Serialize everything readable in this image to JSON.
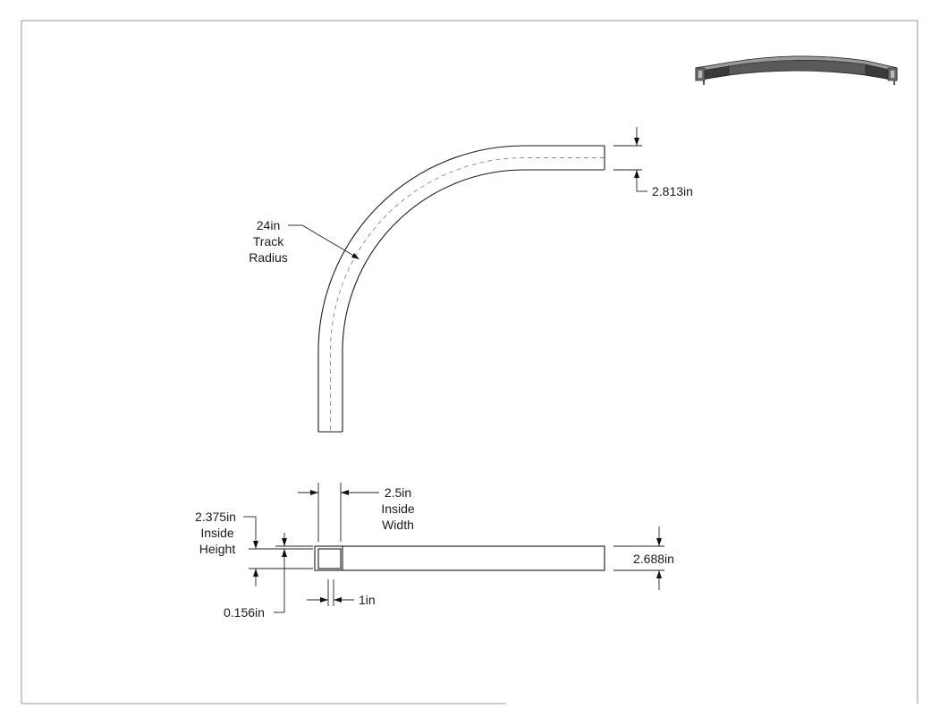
{
  "dimensions": {
    "width_end": "2.813in",
    "track_radius": {
      "line1": "24in",
      "line2": "Track",
      "line3": "Radius"
    },
    "inside_width": {
      "line1": "2.5in",
      "line2": "Inside",
      "line3": "Width"
    },
    "inside_height": {
      "line1": "2.375in",
      "line2": "Inside",
      "line3": "Height"
    },
    "outer_height": "2.688in",
    "wall_thickness": "0.156in",
    "lip": "1in"
  },
  "colors": {
    "line": "#1a1a1a",
    "centerline": "#888888",
    "iso_dark": "#3a3a3a",
    "iso_mid": "#6a6a6a",
    "iso_light": "#9a9a9a"
  }
}
